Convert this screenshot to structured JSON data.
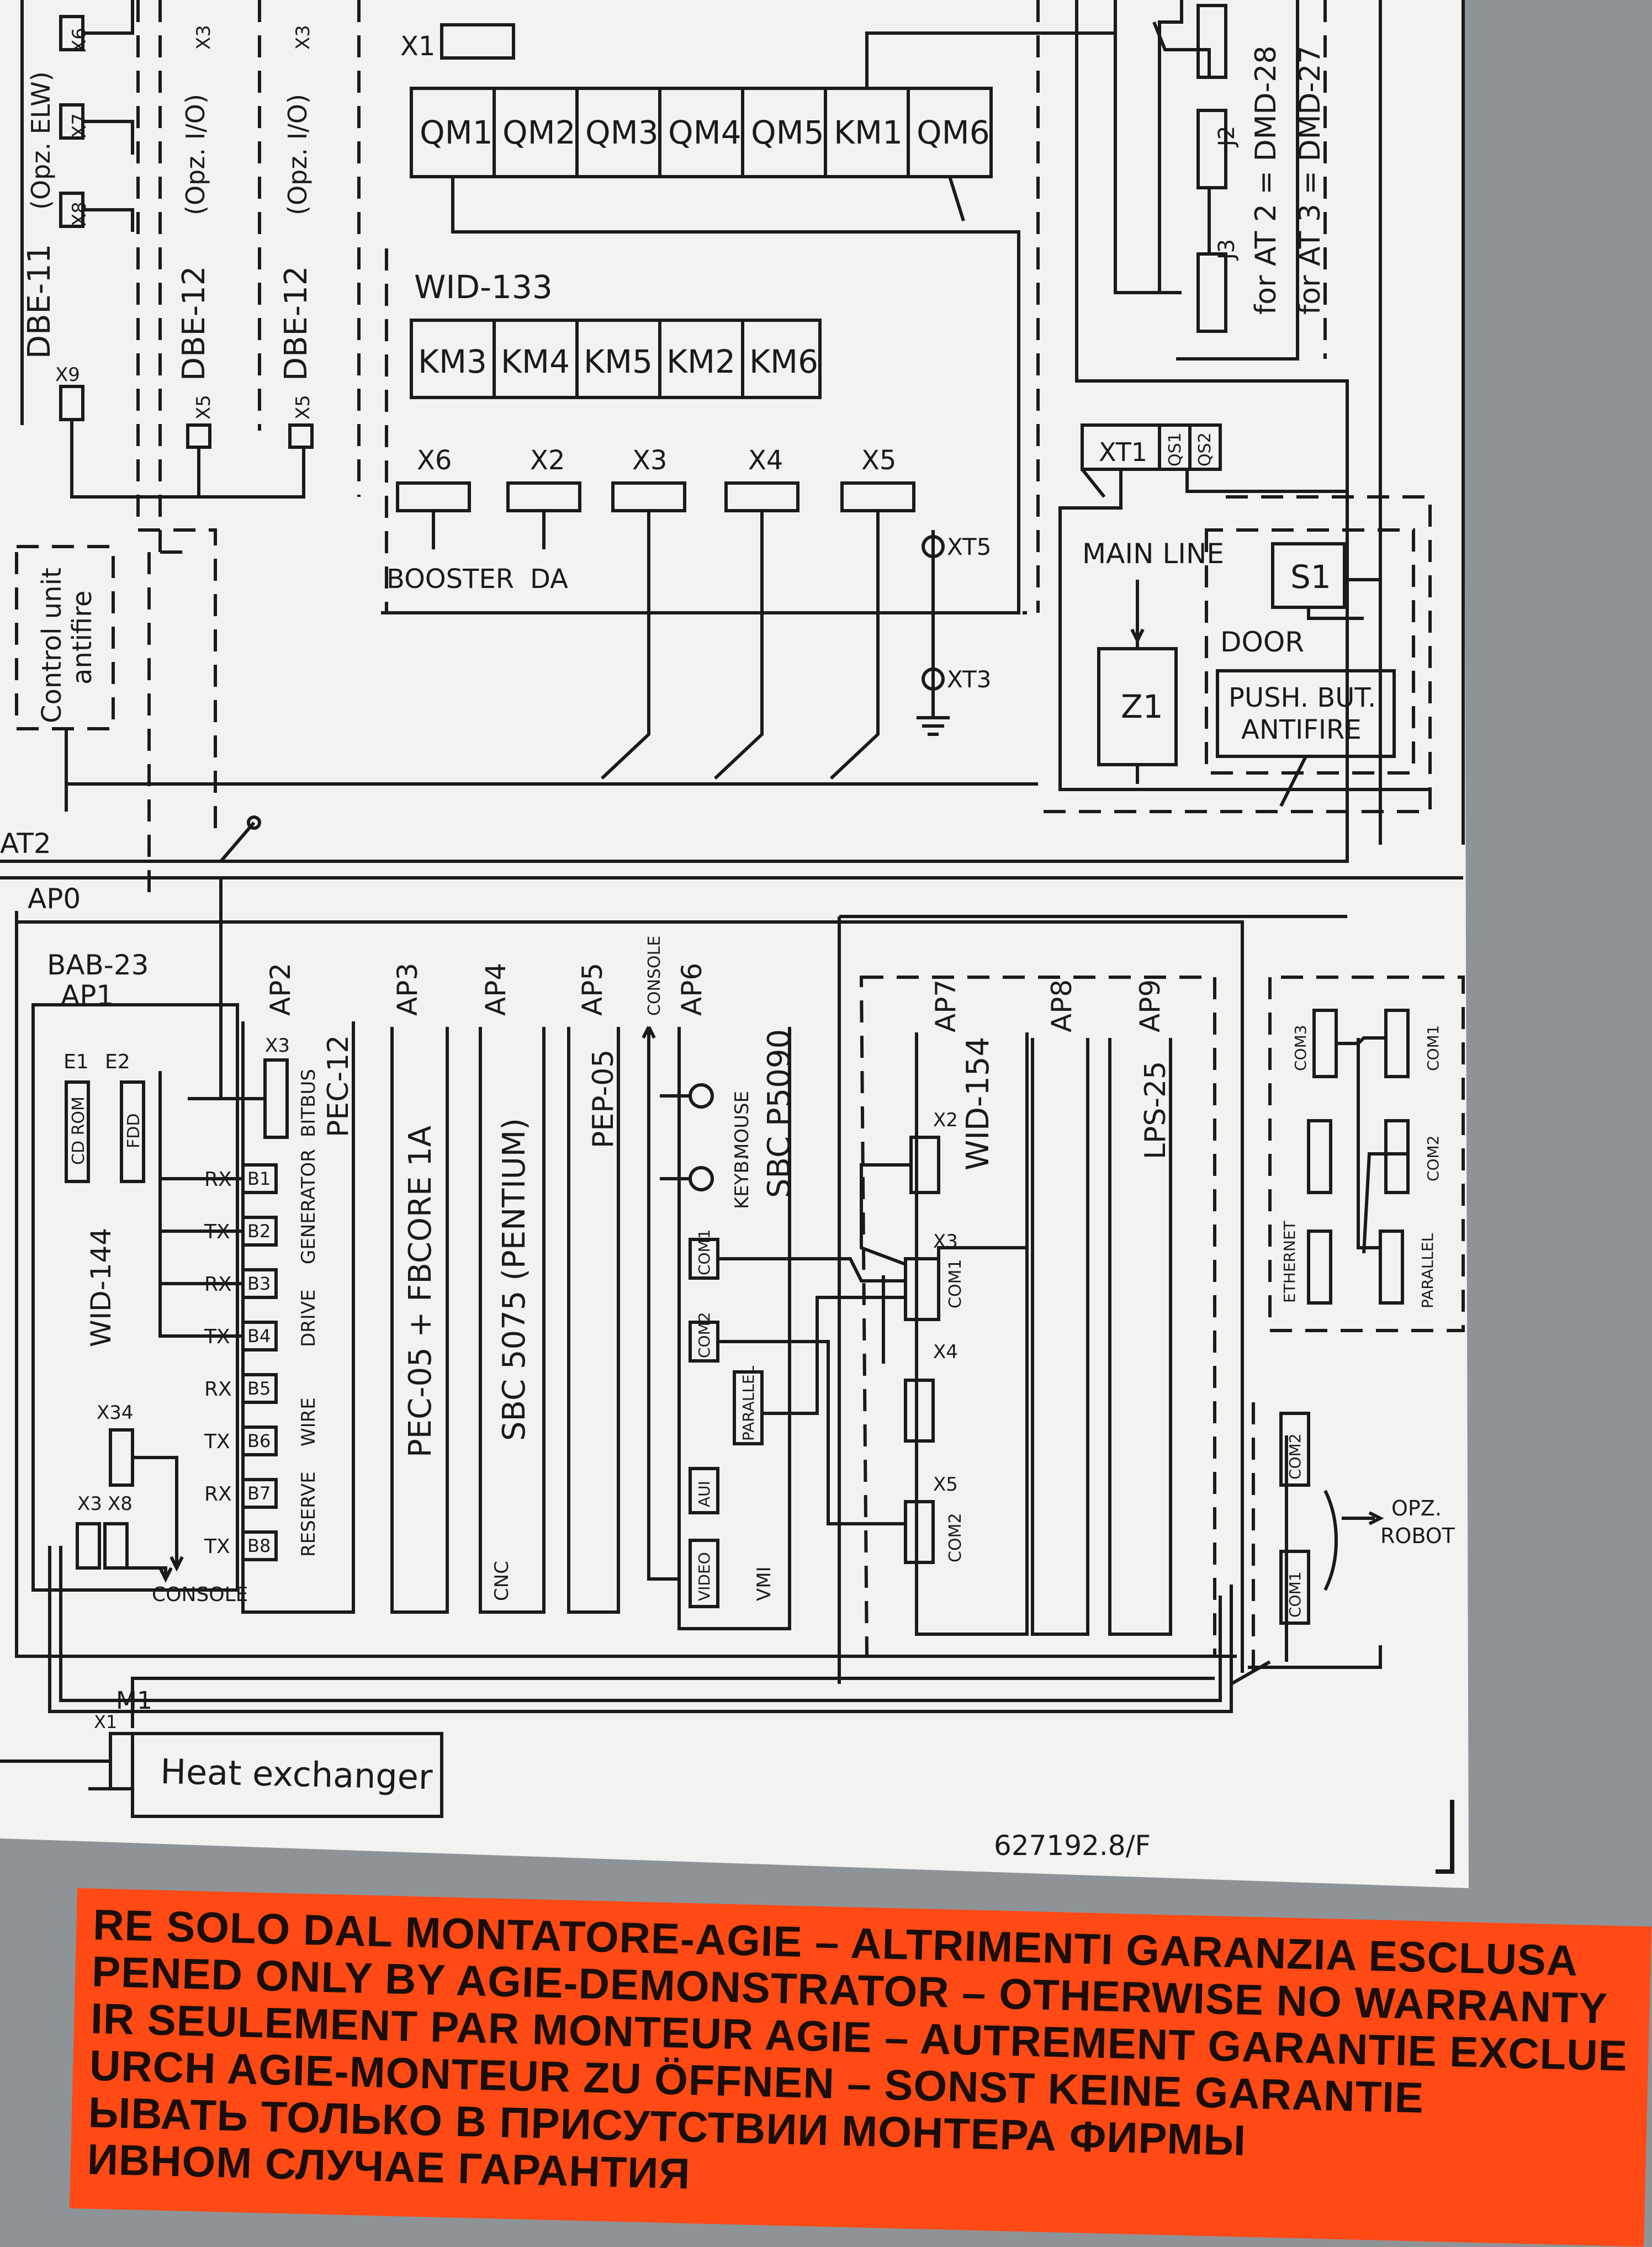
{
  "colors": {
    "paper": "#f2f2f0",
    "ink": "#1a1a1a",
    "background": "#8e9398",
    "warning": "#ff4a16"
  },
  "top": {
    "x1": "X1",
    "qm": [
      "QM1",
      "QM2",
      "QM3",
      "QM4",
      "QM5",
      "KM1",
      "QM6"
    ],
    "wid133": "WID-133",
    "km": [
      "KM3",
      "KM4",
      "KM5",
      "KM2",
      "KM6"
    ],
    "connectors": [
      "X6",
      "X2",
      "X3",
      "X4",
      "X5"
    ],
    "booster": "BOOSTER",
    "da": "DA",
    "xt5": "XT5",
    "xt3": "XT3"
  },
  "left": {
    "dbe11": "DBE-11",
    "opz_elw": "(Opz. ELW)",
    "dbe12a": "DBE-12",
    "opz_io_a": "(Opz. I/O)",
    "dbe12b": "DBE-12",
    "opz_io_b": "(Opz. I/O)",
    "x6": "X6",
    "x7": "X7",
    "x8": "X8",
    "x9": "X9",
    "x5a": "X5",
    "x3a": "X3",
    "x5b": "X5",
    "x3b": "X3",
    "control_unit": "Control unit",
    "antifire": "antifire"
  },
  "right": {
    "j2": "J2",
    "j3": "J3",
    "dmd28": "for AT 2 = DMD-28",
    "dmd27": "for AT 3 = DMD-27",
    "xt1": "XT1",
    "qs1": "QS1",
    "qs2": "QS2",
    "main_line": "MAIN LINE",
    "s1": "S1",
    "door": "DOOR",
    "z1": "Z1",
    "push_but": "PUSH. BUT.",
    "antifire": "ANTIFIRE"
  },
  "rack": {
    "at2": "AT2",
    "ap0": "AP0",
    "bab23": "BAB-23",
    "ap1": "AP1",
    "e1": "E1",
    "e2": "E2",
    "cdrom": "CD ROM",
    "fdd": "FDD",
    "wid144": "WID-144",
    "x34": "X34",
    "x3": "X3",
    "x8": "X8",
    "console": "CONSOLE",
    "ap2": "AP2",
    "x3b": "X3",
    "bitbus": "BITBUS",
    "pec12": "PEC-12",
    "channels": [
      {
        "sig": "RX",
        "id": "B1"
      },
      {
        "sig": "TX",
        "id": "B2"
      },
      {
        "sig": "RX",
        "id": "B3"
      },
      {
        "sig": "TX",
        "id": "B4"
      },
      {
        "sig": "RX",
        "id": "B5"
      },
      {
        "sig": "TX",
        "id": "B6"
      },
      {
        "sig": "RX",
        "id": "B7"
      },
      {
        "sig": "TX",
        "id": "B8"
      }
    ],
    "generator": "GENERATOR",
    "drive": "DRIVE",
    "wire": "WIRE",
    "reserve": "RESERVE",
    "ap3": "AP3",
    "pec05": "PEC-05 + FBCORE 1A",
    "ap4": "AP4",
    "sbc5075": "SBC 5075 (PENTIUM)",
    "cnc": "CNC",
    "ap5": "AP5",
    "pep05": "PEP-05",
    "ap6": "AP6",
    "console6": "CONSOLE",
    "keyb": "KEYB.",
    "mouse": "MOUSE",
    "sbcp5090": "SBC P5090",
    "com1": "COM1",
    "com2": "COM2",
    "parallel": "PARALLEL",
    "aui": "AUI",
    "video": "VIDEO",
    "vmi": "VMI",
    "ap7": "AP7",
    "wid154": "WID-154",
    "x2": "X2",
    "x3c": "X3",
    "x4": "X4",
    "x5": "X5",
    "com1b": "COM1",
    "com2b": "COM2",
    "ap8": "AP8",
    "ap9": "AP9",
    "lps25": "LPS-25",
    "com3r": "COM3",
    "com1r": "COM1",
    "com2r": "COM2",
    "ethernet": "ETHERNET",
    "parallel_r": "PARALLEL",
    "com2s": "COM2",
    "com1s": "COM1",
    "opz": "OPZ.",
    "robot": "ROBOT"
  },
  "bottom": {
    "m1": "M1",
    "x1": "X1",
    "heat_exchanger": "Heat exchanger",
    "drawing_no": "627192.8/F"
  },
  "warning_lines": [
    "RE SOLO DAL MONTATORE-AGIE – ALTRIMENTI GARANZIA ESCLUSA",
    "PENED ONLY BY AGIE-DEMONSTRATOR – OTHERWISE NO WARRANTY",
    "IR SEULEMENT PAR MONTEUR AGIE – AUTREMENT GARANTIE EXCLUE",
    "URCH AGIE-MONTEUR ZU ÖFFNEN – SONST KEINE GARANTIE",
    "ЫВАТЬ ТОЛЬКО В ПРИСУТСТВИИ МОНТЕРА ФИРМЫ",
    "ИВНОМ СЛУЧАЕ ГАРАНТИЯ"
  ]
}
